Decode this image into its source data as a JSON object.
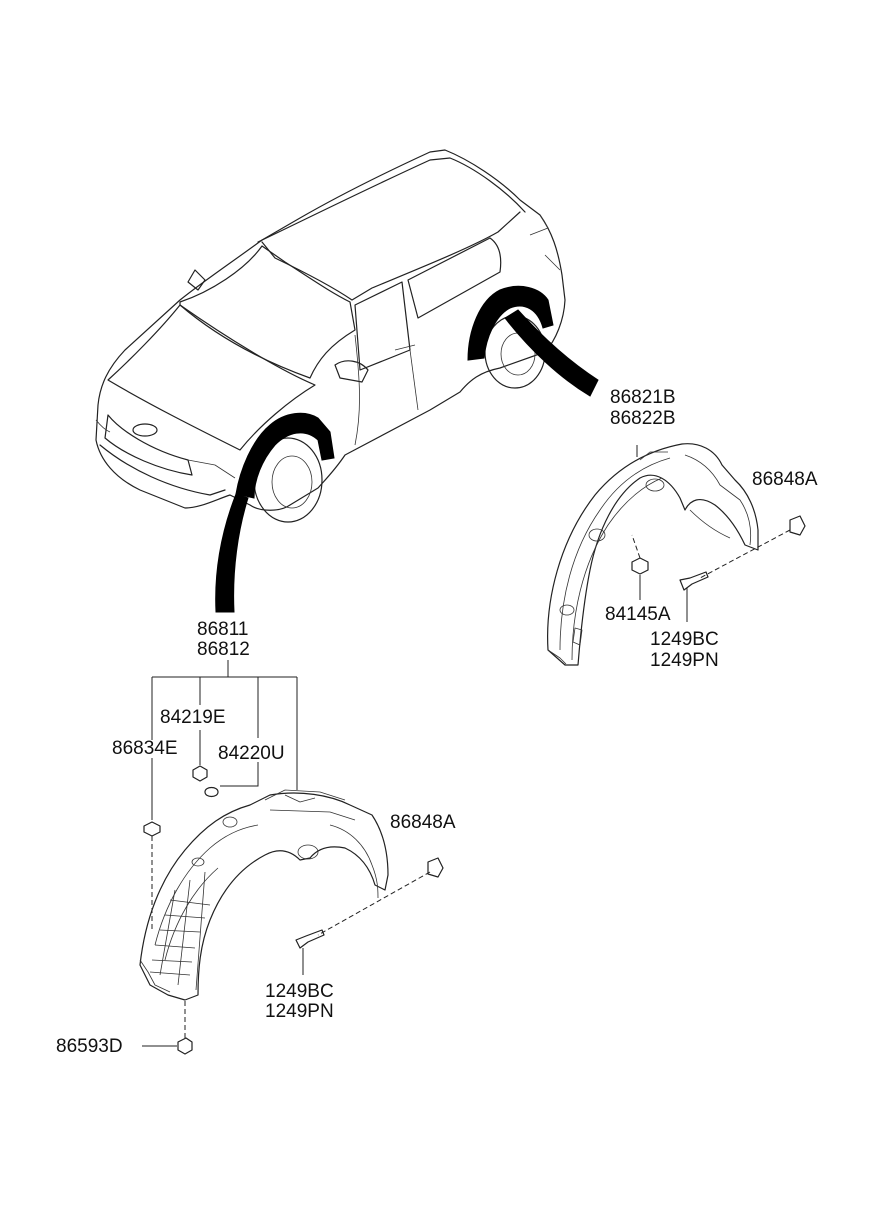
{
  "labels": {
    "rear_part_a": "86821B",
    "rear_part_b": "86822B",
    "rear_clip": "86848A",
    "rear_nut": "84145A",
    "rear_screw_a": "1249BC",
    "rear_screw_b": "1249PN",
    "front_part_a": "86811",
    "front_part_b": "86812",
    "front_nut_e": "84219E",
    "front_retainer": "86834E",
    "front_grommet": "84220U",
    "front_clip": "86848A",
    "front_screw_a": "1249BC",
    "front_screw_b": "1249PN",
    "front_bolt": "86593D"
  },
  "colors": {
    "line": "#222222",
    "highlight": "#000000",
    "background": "#ffffff"
  }
}
